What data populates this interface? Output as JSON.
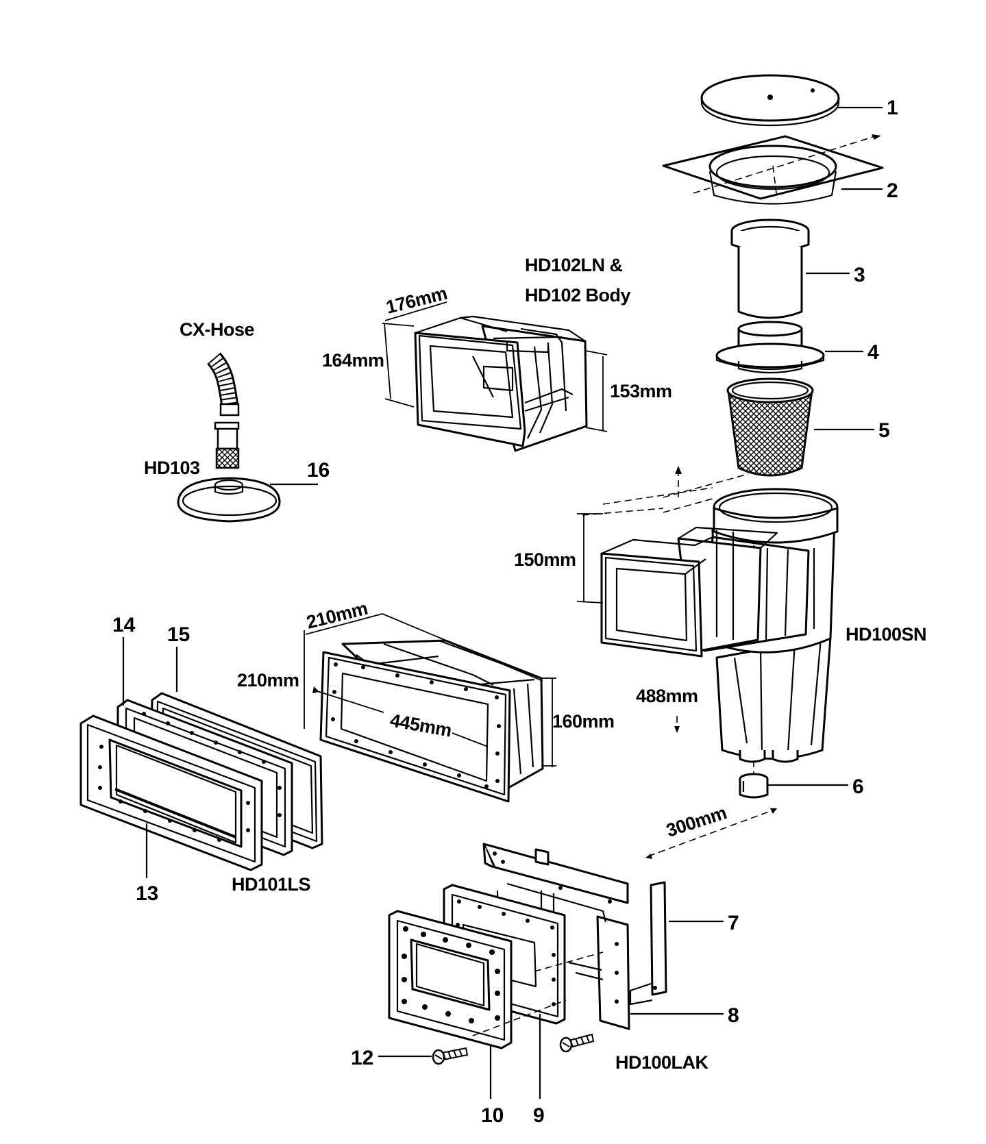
{
  "labels": {
    "cx_hose": "CX-Hose",
    "hd103": "HD103",
    "hd102_line1": "HD102LN &",
    "hd102_line2": "HD102 Body",
    "hd100sn": "HD100SN",
    "hd101ls": "HD101LS",
    "hd100lak": "HD100LAK"
  },
  "dimensions": {
    "d176": "176mm",
    "d164": "164mm",
    "d153": "153mm",
    "d150": "150mm",
    "d210_top": "210mm",
    "d210_side": "210mm",
    "d445": "445mm",
    "d160": "160mm",
    "d488": "488mm",
    "d300": "300mm"
  },
  "part_numbers": [
    "1",
    "2",
    "3",
    "4",
    "5",
    "6",
    "7",
    "8",
    "9",
    "10",
    "12",
    "13",
    "14",
    "15",
    "16"
  ]
}
